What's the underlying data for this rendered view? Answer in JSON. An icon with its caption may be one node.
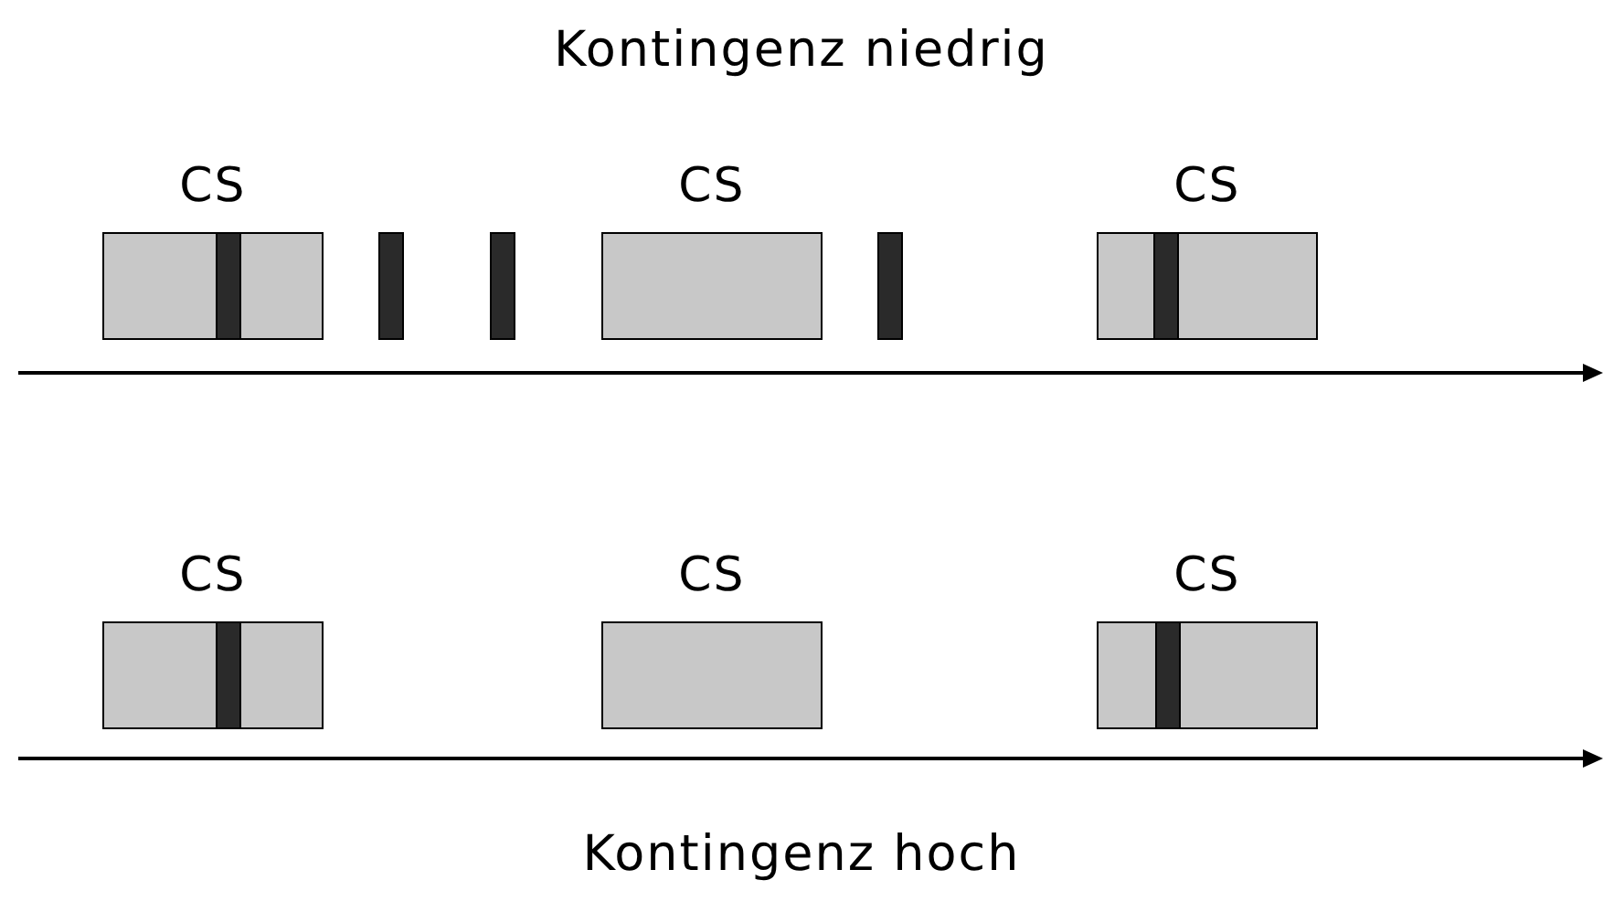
{
  "diagram": {
    "title": "Kontingenz niedrig",
    "nodes": [
      {
        "text": [
          "CS"
        ]
      },
      {
        "text": [
          "CS"
        ]
      },
      {
        "text": [
          "CS"
        ]
      },
      {
        "text": [
          "CS"
        ]
      },
      {
        "text": [
          "CS"
        ]
      },
      {
        "text": [
          "CS"
        ]
      }
    ],
    "labels": [
      "Kontingenz hoch"
    ]
  }
}
